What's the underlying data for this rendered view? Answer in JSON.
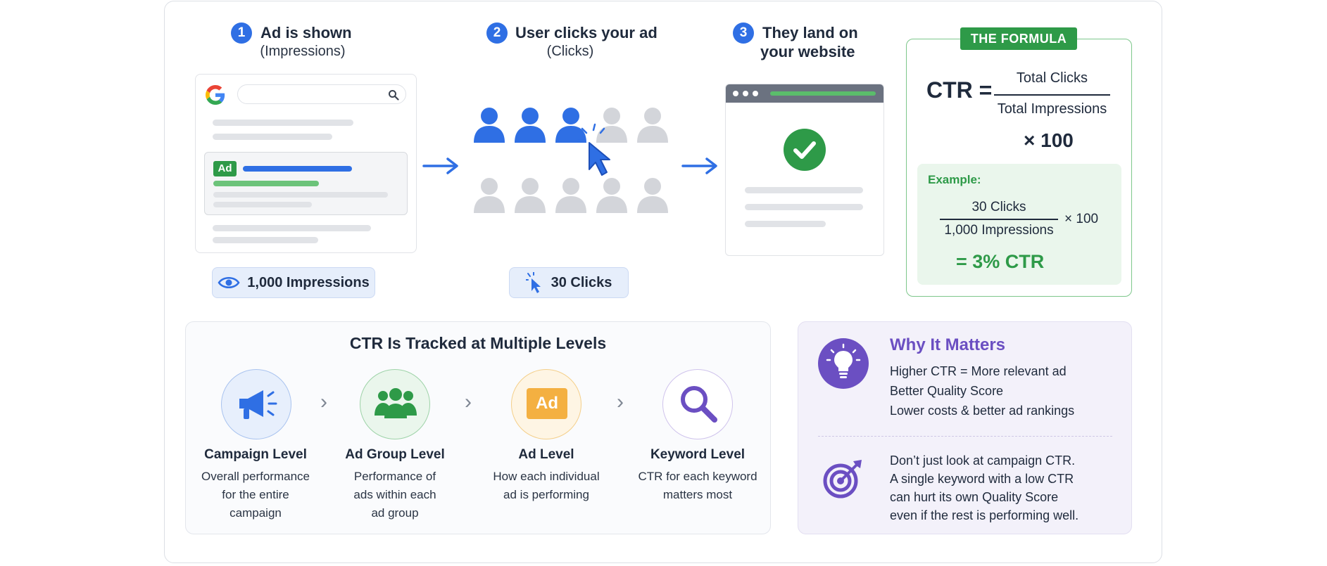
{
  "steps": [
    {
      "number": "1",
      "title": "Ad is shown",
      "subtitle": "(Impressions)"
    },
    {
      "number": "2",
      "title": "User clicks your ad",
      "subtitle": "(Clicks)"
    },
    {
      "number": "3",
      "title_line1": "They land on",
      "title_line2": "your website"
    }
  ],
  "search_mock": {
    "ad_badge": "Ad"
  },
  "pills": {
    "impressions": "1,000 Impressions",
    "clicks": "30 Clicks"
  },
  "formula": {
    "badge": "THE FORMULA",
    "ctr_label": "CTR =",
    "numerator": "Total Clicks",
    "denominator": "Total Impressions",
    "multiplier": "× 100",
    "example_label": "Example:",
    "example_numerator": "30 Clicks",
    "example_denominator": "1,000 Impressions",
    "example_multiplier": "× 100",
    "example_result": "= 3% CTR"
  },
  "levels": {
    "title": "CTR Is Tracked at Multiple Levels",
    "items": [
      {
        "title": "Campaign Level",
        "desc": [
          "Overall performance",
          "for the entire",
          "campaign"
        ]
      },
      {
        "title": "Ad Group Level",
        "desc": [
          "Performance of",
          "ads within each",
          "ad group"
        ]
      },
      {
        "title": "Ad Level",
        "badge": "Ad",
        "desc": [
          "How each individual",
          "ad is performing"
        ]
      },
      {
        "title": "Keyword Level",
        "desc": [
          "CTR for each keyword",
          "matters most"
        ]
      }
    ]
  },
  "why": {
    "title": "Why It Matters",
    "points": [
      "Higher CTR = More relevant ad",
      "Better Quality Score",
      "Lower costs & better ad rankings"
    ],
    "note": [
      "Don’t just look at campaign CTR.",
      "A single keyword with a low CTR",
      "can hurt its own Quality Score",
      "even if the rest is performing well."
    ]
  },
  "colors": {
    "blue": "#2f6fe4",
    "green": "#2e9a48",
    "purple": "#6b4fc2",
    "orange": "#f4b041",
    "gray_person": "#d3d5da"
  }
}
